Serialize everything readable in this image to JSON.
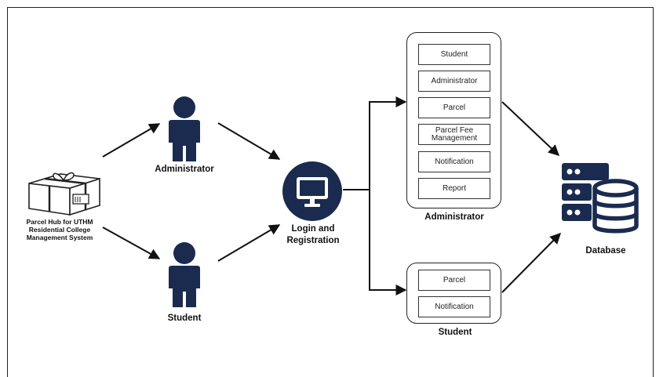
{
  "system": {
    "label": "Parcel Hub for UTHM Residential College Management System"
  },
  "actors": {
    "administrator": "Administrator",
    "student": "Student"
  },
  "login": {
    "label": "Login and Registration"
  },
  "admin_panel": {
    "title": "Administrator",
    "modules": [
      "Student",
      "Administrator",
      "Parcel",
      "Parcel Fee Management",
      "Notification",
      "Report"
    ]
  },
  "student_panel": {
    "title": "Student",
    "modules": [
      "Parcel",
      "Notification"
    ]
  },
  "database": {
    "label": "Database"
  },
  "colors": {
    "navy": "#1a2b4f",
    "line": "#111111"
  }
}
